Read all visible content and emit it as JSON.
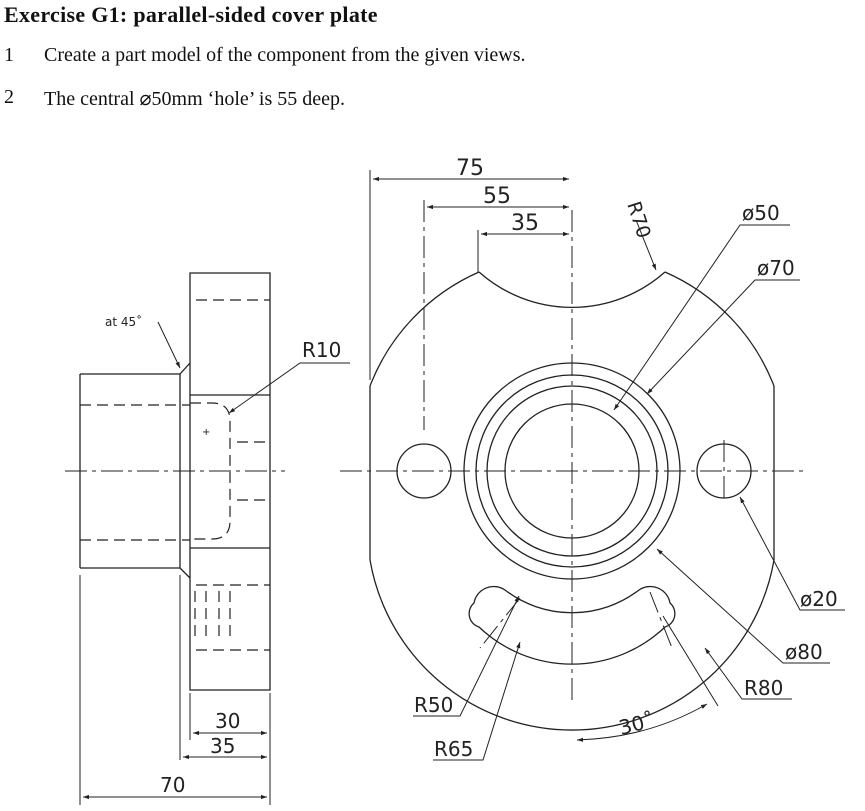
{
  "title": "Exercise G1: parallel-sided cover plate",
  "instructions": [
    {
      "number": "1",
      "text": "Create a part model of the component from the given views."
    },
    {
      "number": "2",
      "text": "The central ⌀50mm ‘hole’ is 55 deep."
    }
  ],
  "dimensions": {
    "d75": "75",
    "d55": "55",
    "d35_top": "35",
    "r70": "R70",
    "dia50": "ø50",
    "dia70": "ø70",
    "at45": "at 45˚",
    "r10": "R10",
    "dia20": "ø20",
    "dia80": "ø80",
    "r80": "R80",
    "r50": "R50",
    "r65": "R65",
    "angle30": "30˚",
    "d30": "30",
    "d35_bottom": "35",
    "d70": "70"
  }
}
